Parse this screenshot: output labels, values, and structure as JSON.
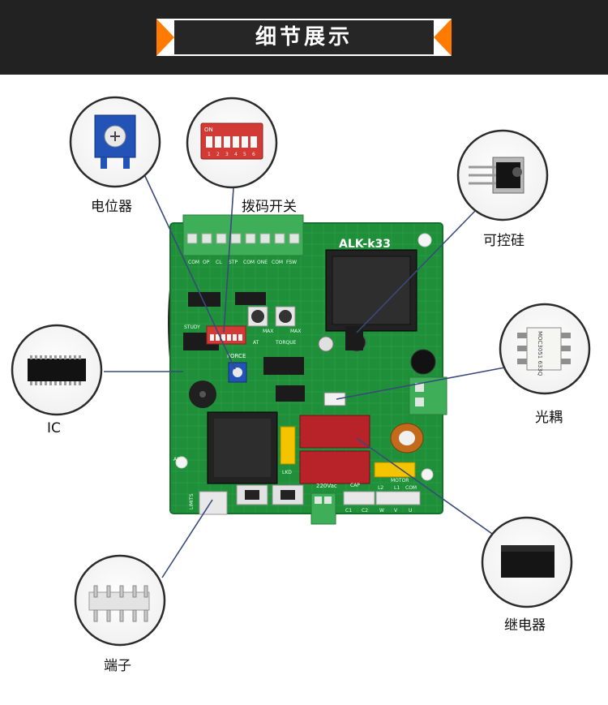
{
  "header": {
    "title": "细节展示"
  },
  "board": {
    "model": "ALK-k33",
    "silk": {
      "terminals": [
        "COM",
        "OP",
        "CL",
        "STP",
        "COM",
        "ONE",
        "COM",
        "FSW"
      ],
      "study": "STUDY",
      "force": "FORCE",
      "dip_on": "ON",
      "dip_nums": [
        "1",
        "2",
        "3",
        "4",
        "5",
        "6"
      ],
      "pot_labels": [
        "AT",
        "MAX",
        "TORQUE",
        "MAX"
      ],
      "ant": "ANT",
      "limits": "LIMITS",
      "ac": "220Vac",
      "cap": "CAP",
      "motor": "MOTOR",
      "motor_pins": [
        "L2",
        "L1",
        "COM"
      ],
      "cap_pins": [
        "C1",
        "C2"
      ],
      "out_pins": [
        "W",
        "V",
        "U"
      ],
      "lkd": "LKD",
      "optocoupler_text": "MOC3051 633Q"
    }
  },
  "components": [
    {
      "id": "potentiometer",
      "label": "电位器"
    },
    {
      "id": "dip-switch",
      "label": "拨码开关"
    },
    {
      "id": "thyristor",
      "label": "可控硅"
    },
    {
      "id": "ic",
      "label": "IC"
    },
    {
      "id": "optocoupler",
      "label": "光耦"
    },
    {
      "id": "relay",
      "label": "继电器"
    },
    {
      "id": "terminal",
      "label": "端子"
    }
  ],
  "colors": {
    "header_bg": "#222222",
    "banner_accent": "#ff7a00",
    "pcb_green": "#1f8f3a",
    "terminal_green": "#3fae58",
    "relay_red": "#b8232a",
    "cap_yellow": "#f4c400"
  }
}
